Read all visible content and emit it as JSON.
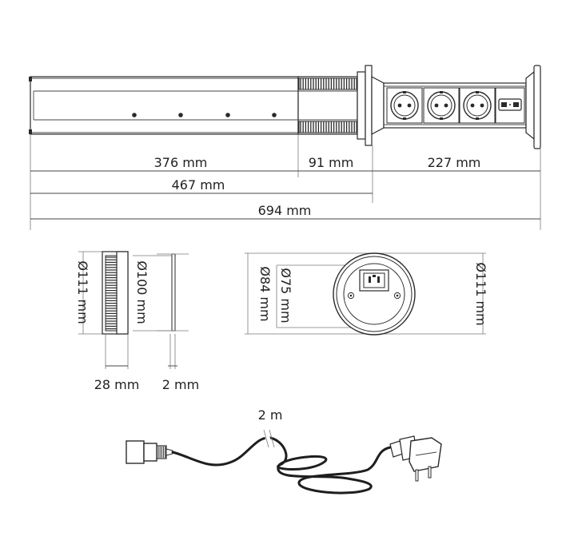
{
  "dimensions": {
    "length_a": "376 mm",
    "length_b": "91 mm",
    "length_c": "227 mm",
    "length_ab": "467 mm",
    "length_total": "694 mm",
    "side_outer_diameter": "Ø111 mm",
    "side_inner_diameter": "Ø100 mm",
    "side_depth": "28 mm",
    "side_flange": "2 mm",
    "top_diameter_75": "Ø75 mm",
    "top_diameter_84": "Ø84 mm",
    "top_diameter_111": "Ø111 mm",
    "cable_length": "2 m"
  },
  "colors": {
    "line": "#2a2a2a",
    "dim_line": "#444444",
    "text": "#222222",
    "fill_dark": "#333333"
  },
  "icons": {
    "socket": "schuko-socket-icon",
    "usb": "usb-charger-icon",
    "iec": "iec-c20-inlet-icon",
    "plug": "schuko-plug-icon"
  }
}
